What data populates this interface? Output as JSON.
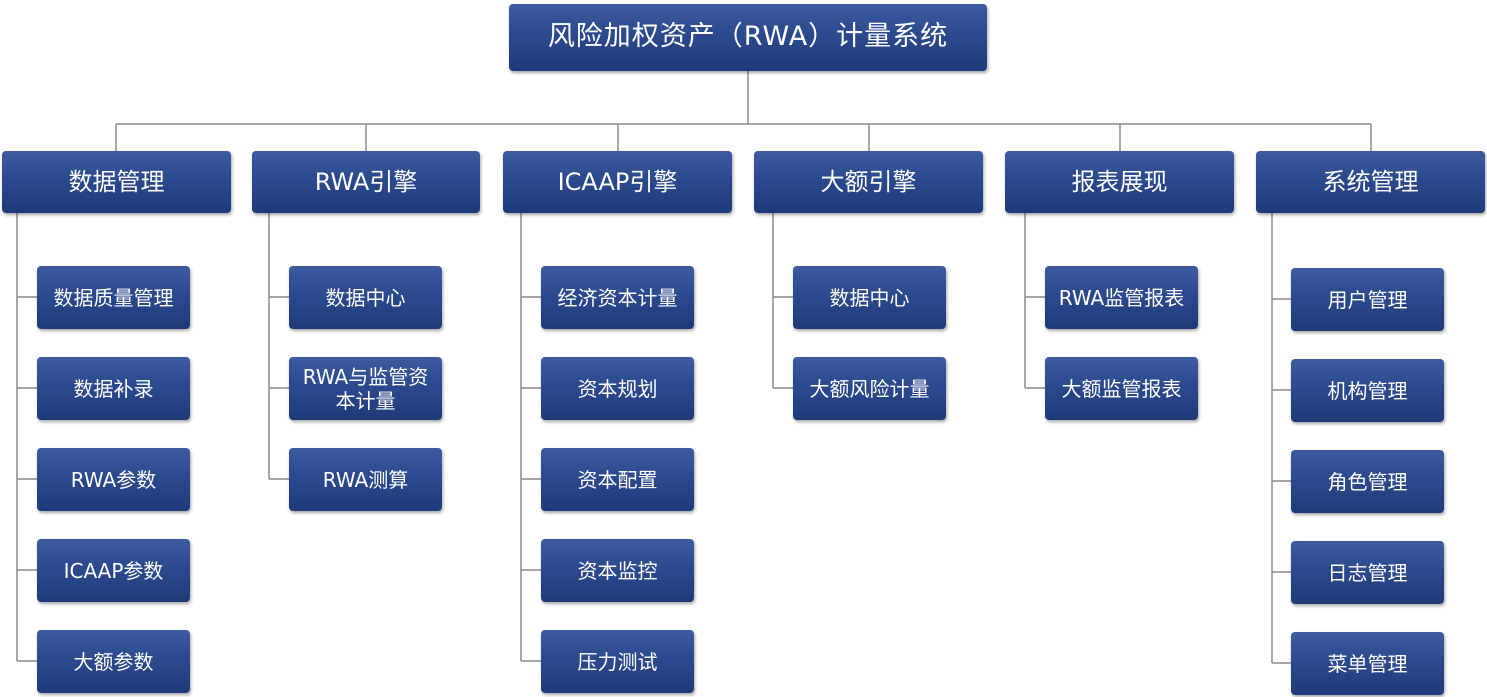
{
  "title": "风险加权资产（RWA）计量系统",
  "columns": [
    {
      "label": "数据管理",
      "items": [
        "数据质量管理",
        "数据补录",
        "RWA参数",
        "ICAAP参数",
        "大额参数"
      ]
    },
    {
      "label": "RWA引擎",
      "items": [
        "数据中心",
        "RWA与监管资本计量",
        "RWA测算"
      ]
    },
    {
      "label": "ICAAP引擎",
      "items": [
        "经济资本计量",
        "资本规划",
        "资本配置",
        "资本监控",
        "压力测试"
      ]
    },
    {
      "label": "大额引擎",
      "items": [
        "数据中心",
        "大额风险计量"
      ]
    },
    {
      "label": "报表展现",
      "items": [
        "RWA监管报表",
        "大额监管报表"
      ]
    },
    {
      "label": "系统管理",
      "items": [
        "用户管理",
        "机构管理",
        "角色管理",
        "日志管理",
        "菜单管理"
      ]
    }
  ]
}
